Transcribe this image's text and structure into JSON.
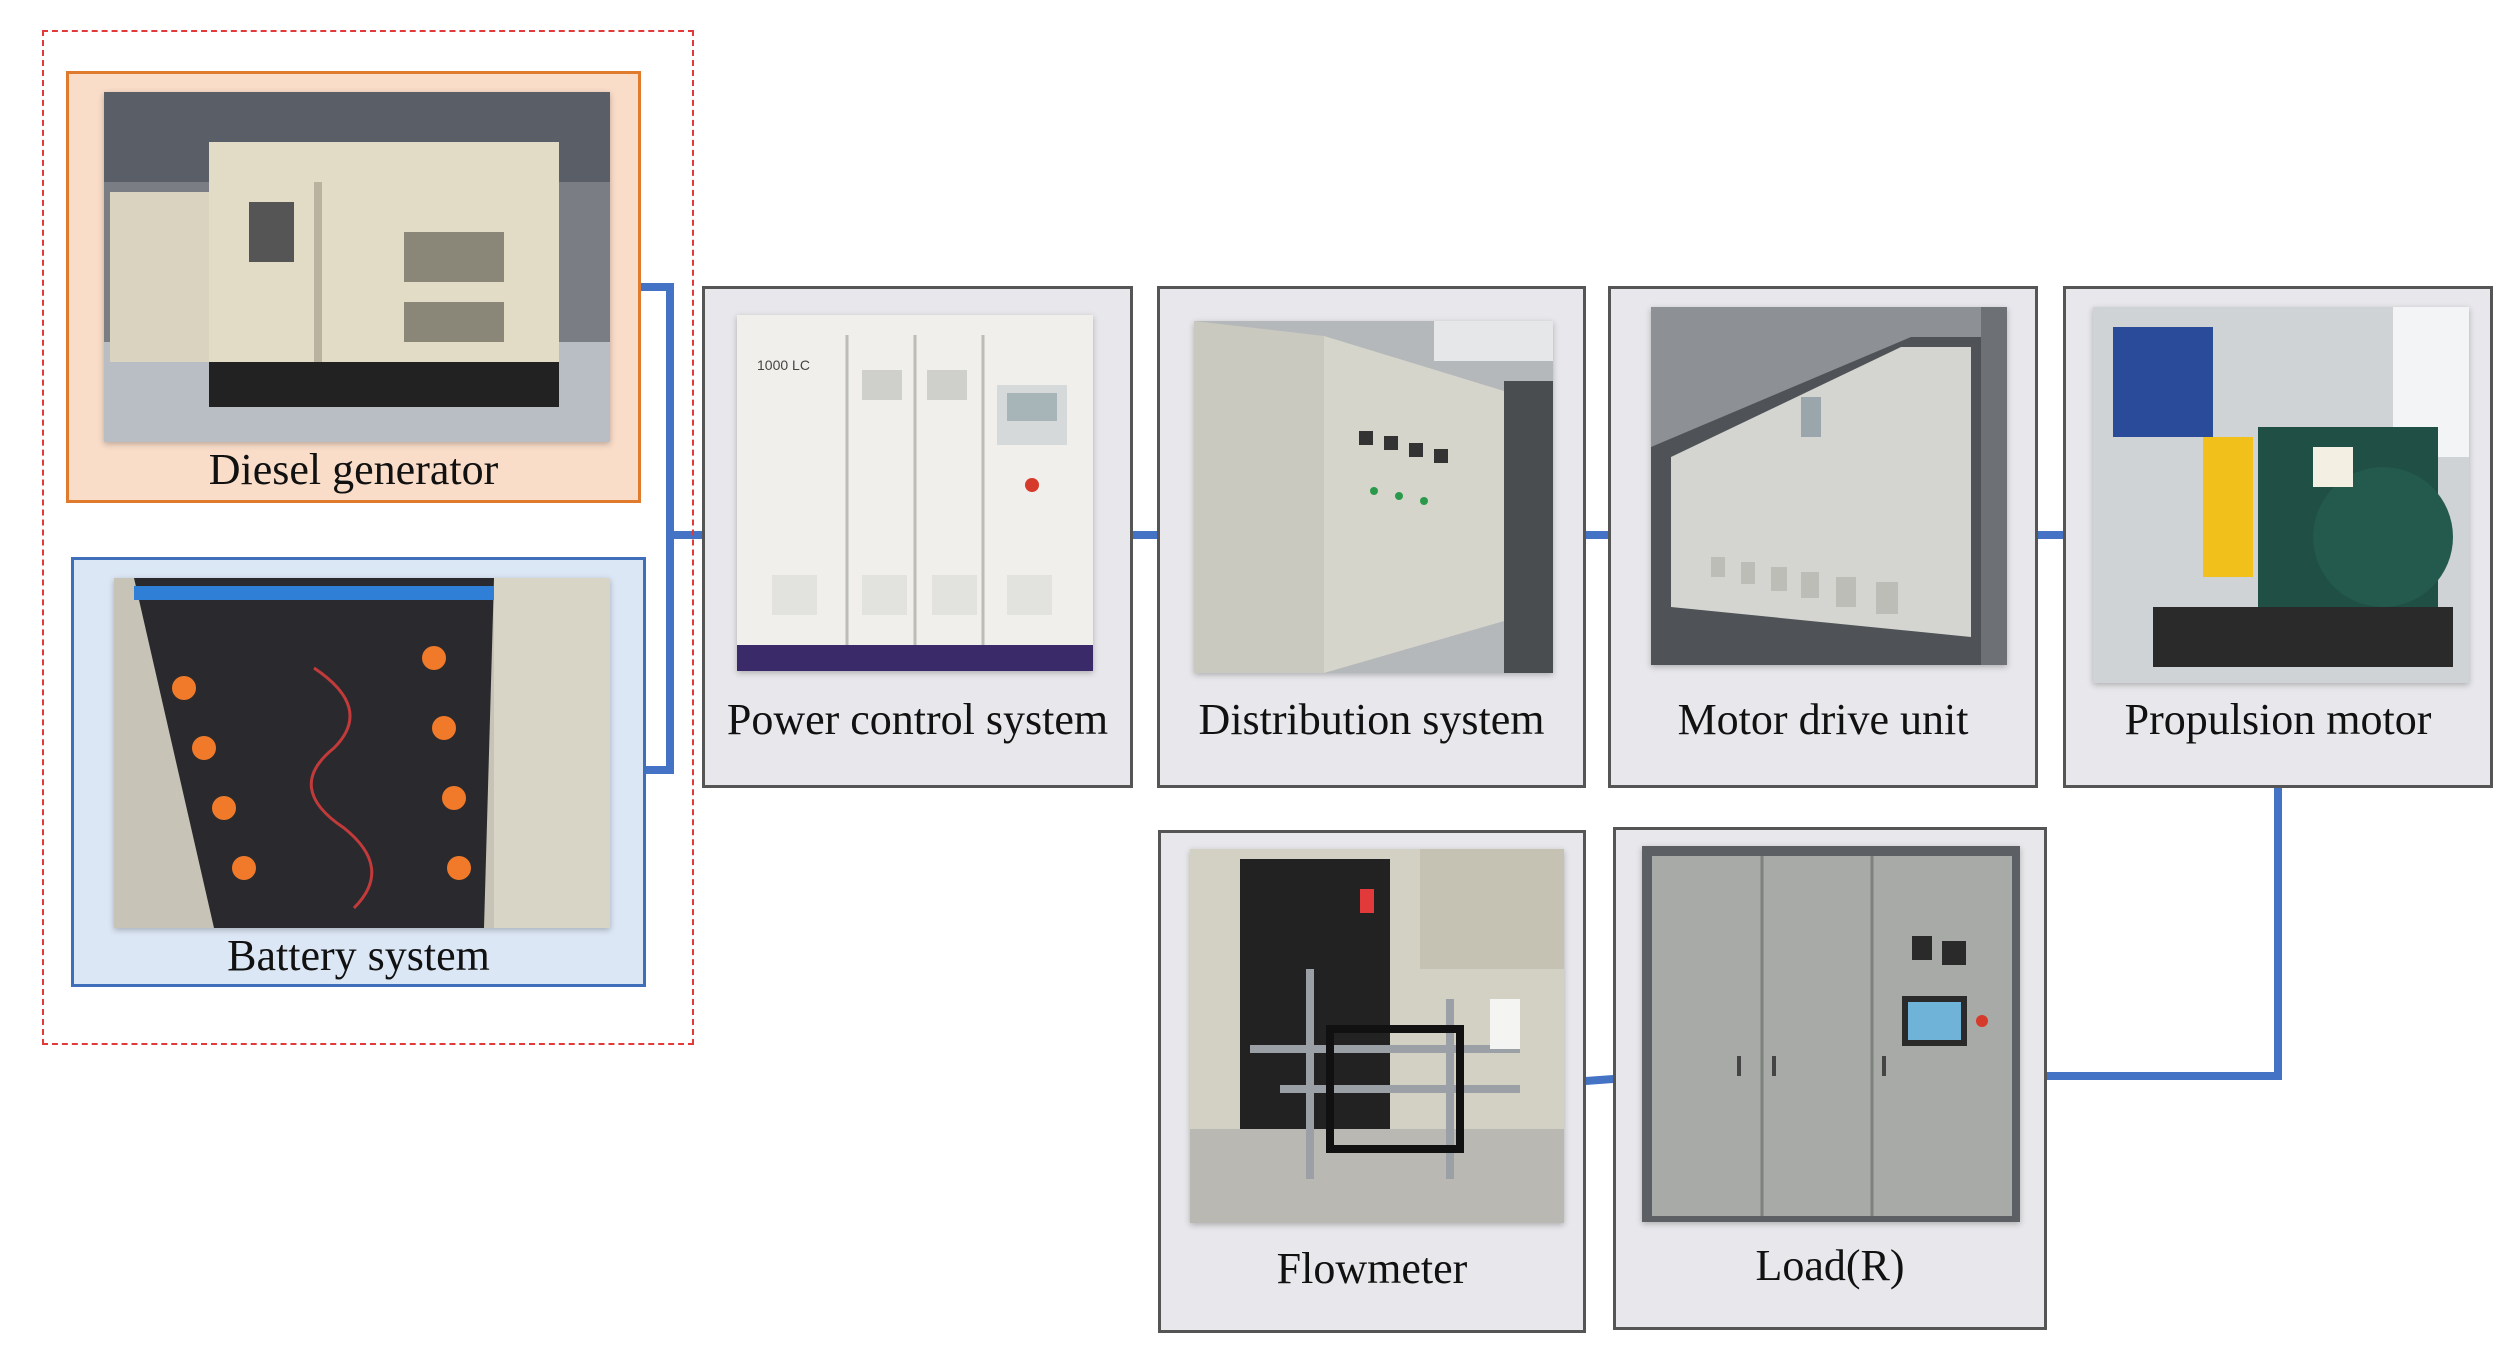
{
  "components": {
    "diesel_generator": {
      "label": "Diesel generator"
    },
    "battery_system": {
      "label": "Battery system"
    },
    "power_control_system": {
      "label": "Power control system",
      "panel_text": "1000 LC"
    },
    "distribution_system": {
      "label": "Distribution system"
    },
    "motor_drive_unit": {
      "label": "Motor drive unit"
    },
    "propulsion_motor": {
      "label": "Propulsion motor"
    },
    "flowmeter": {
      "label": "Flowmeter"
    },
    "load": {
      "label": "Load(R)"
    }
  },
  "colors": {
    "connector": "#4472c4",
    "group_border": "#e23a3a",
    "generator_border": "#e07a2c",
    "generator_fill": "#f9ddc9",
    "battery_border": "#3f6fb8",
    "battery_fill": "#dce7f5",
    "box_border": "#555555",
    "box_fill": "#e8e8ec"
  }
}
